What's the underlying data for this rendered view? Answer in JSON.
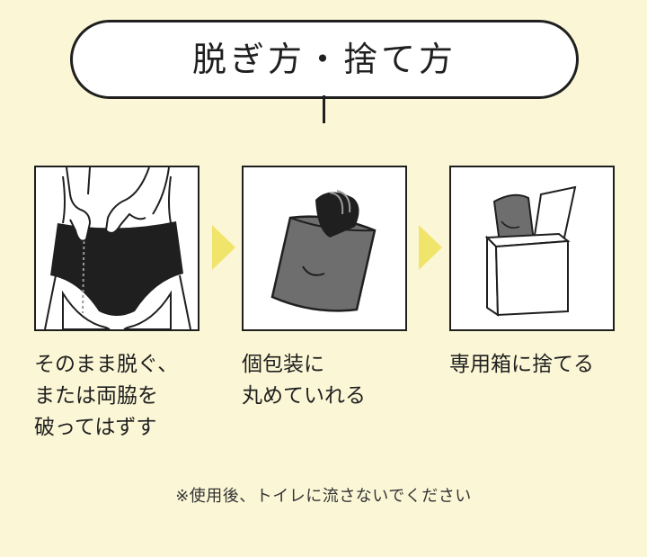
{
  "title": "脱ぎ方・捨て方",
  "steps": [
    {
      "lines": [
        "そのまま脱ぐ、",
        "または両脇を",
        "破ってはずす"
      ]
    },
    {
      "lines": [
        "個包装に",
        "丸めていれる"
      ]
    },
    {
      "lines": [
        "専用箱に捨てる"
      ]
    }
  ],
  "note": "※使用後、トイレに流さないでください",
  "colors": {
    "background": "#fbf7d6",
    "arrow": "#f1e46b",
    "line": "#1f1f1f",
    "pouch": "#6e6e6e"
  },
  "icons": [
    "removing-underwear-illustration",
    "wrapping-in-pouch-illustration",
    "disposal-box-illustration",
    "step-arrow-icon"
  ]
}
